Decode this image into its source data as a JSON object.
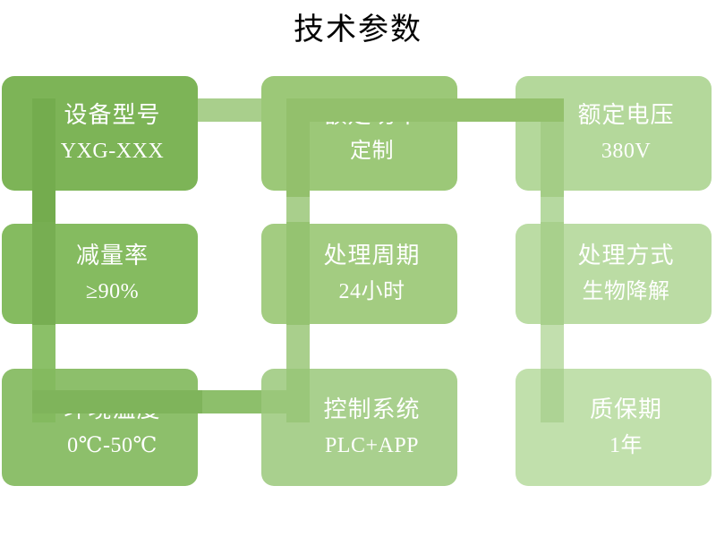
{
  "page": {
    "title": "技术参数",
    "background": "#ffffff",
    "title_color": "#000000"
  },
  "palette": {
    "green_dark": "#7DB457",
    "green_mid": "#9CC878",
    "green_light": "#B4D89B",
    "green_pale": "#C6E0B4",
    "bar_dark": "#74AC4E",
    "bar_mid": "#93C06C",
    "bar_light": "#AED294",
    "bar_pale": "#BFDCAB",
    "text_on_card": "#ffffff"
  },
  "cards": [
    {
      "id": "device-model",
      "label": "设备型号",
      "value": "YXG-XXX",
      "color": "#7DB457",
      "row": 1,
      "col": 1
    },
    {
      "id": "rated-power",
      "label": "额定功率",
      "value": "定制",
      "color": "#9CC878",
      "row": 1,
      "col": 2
    },
    {
      "id": "rated-voltage",
      "label": "额定电压",
      "value": "380V",
      "color": "#B4D89B",
      "row": 1,
      "col": 3
    },
    {
      "id": "reduction-rate",
      "label": "减量率",
      "value": "≥90%",
      "color": "#85BB60",
      "row": 2,
      "col": 1
    },
    {
      "id": "treatment-cycle",
      "label": "处理周期",
      "value": "24小时",
      "color": "#A3CC81",
      "row": 2,
      "col": 2
    },
    {
      "id": "treatment-method",
      "label": "处理方式",
      "value": "生物降解",
      "color": "#BBDCA4",
      "row": 2,
      "col": 3
    },
    {
      "id": "ambient-temperature",
      "label": "环境温度",
      "value": "0℃-50℃",
      "color": "#8DBF6B",
      "row": 3,
      "col": 1
    },
    {
      "id": "control-system",
      "label": "控制系统",
      "value": "PLC+APP",
      "color": "#A9D08E",
      "row": 3,
      "col": 2
    },
    {
      "id": "warranty-period",
      "label": "质保期",
      "value": "1年",
      "color": "#C1E0AC",
      "row": 3,
      "col": 3
    }
  ],
  "connectors": [
    {
      "id": "col1-vertical-spine",
      "orientation": "vertical"
    },
    {
      "id": "col2-vertical-spine",
      "orientation": "vertical"
    },
    {
      "id": "col3-vertical-spine",
      "orientation": "vertical"
    },
    {
      "id": "row1-horizontal-power-voltage",
      "orientation": "horizontal"
    },
    {
      "id": "row3-horizontal-temp-control",
      "orientation": "horizontal"
    }
  ]
}
